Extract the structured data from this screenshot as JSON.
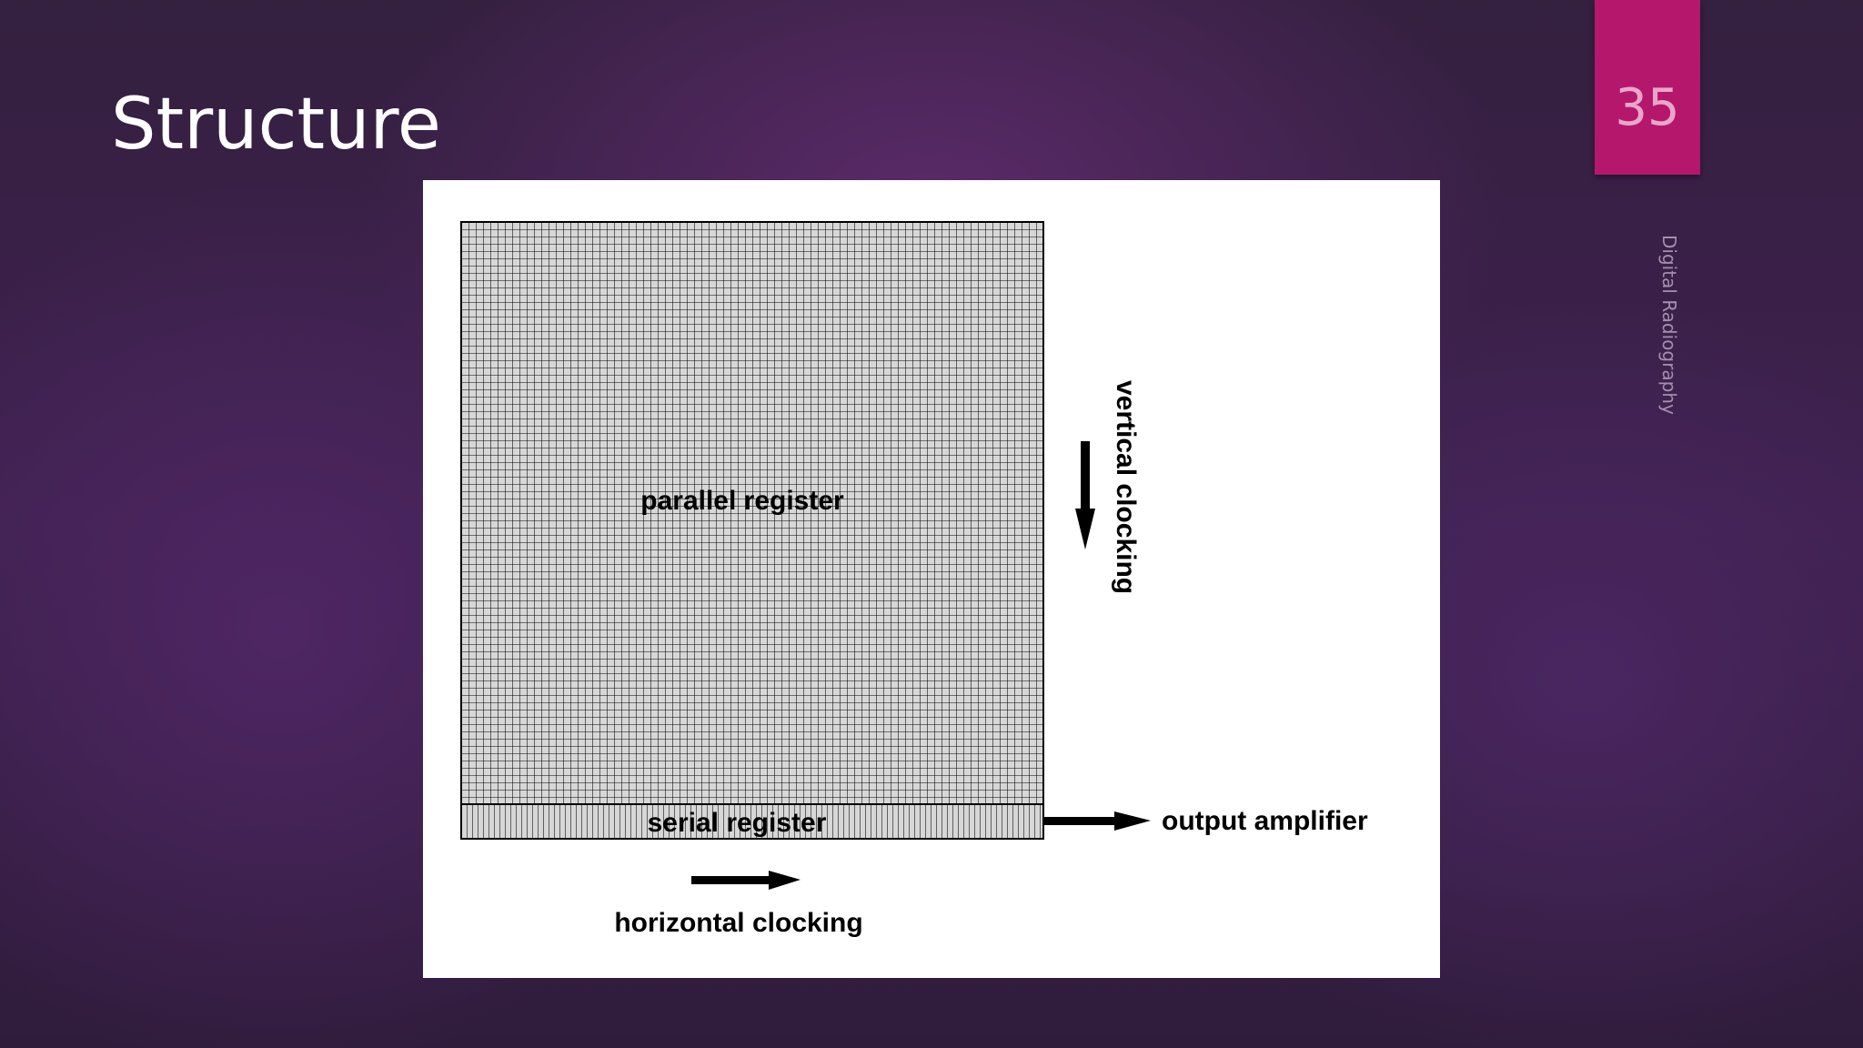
{
  "slide": {
    "title": "Structure",
    "page_number": "35",
    "side_caption": "Digital Radiography"
  },
  "diagram": {
    "labels": {
      "parallel_register": "parallel register",
      "serial_register": "serial register",
      "vertical_clocking": "vertical clocking",
      "horizontal_clocking": "horizontal clocking",
      "output_amplifier": "output amplifier"
    },
    "colors": {
      "grid_fill": "#d7d7d7",
      "grid_line": "#000000",
      "accent_tab": "#b5176d"
    }
  }
}
